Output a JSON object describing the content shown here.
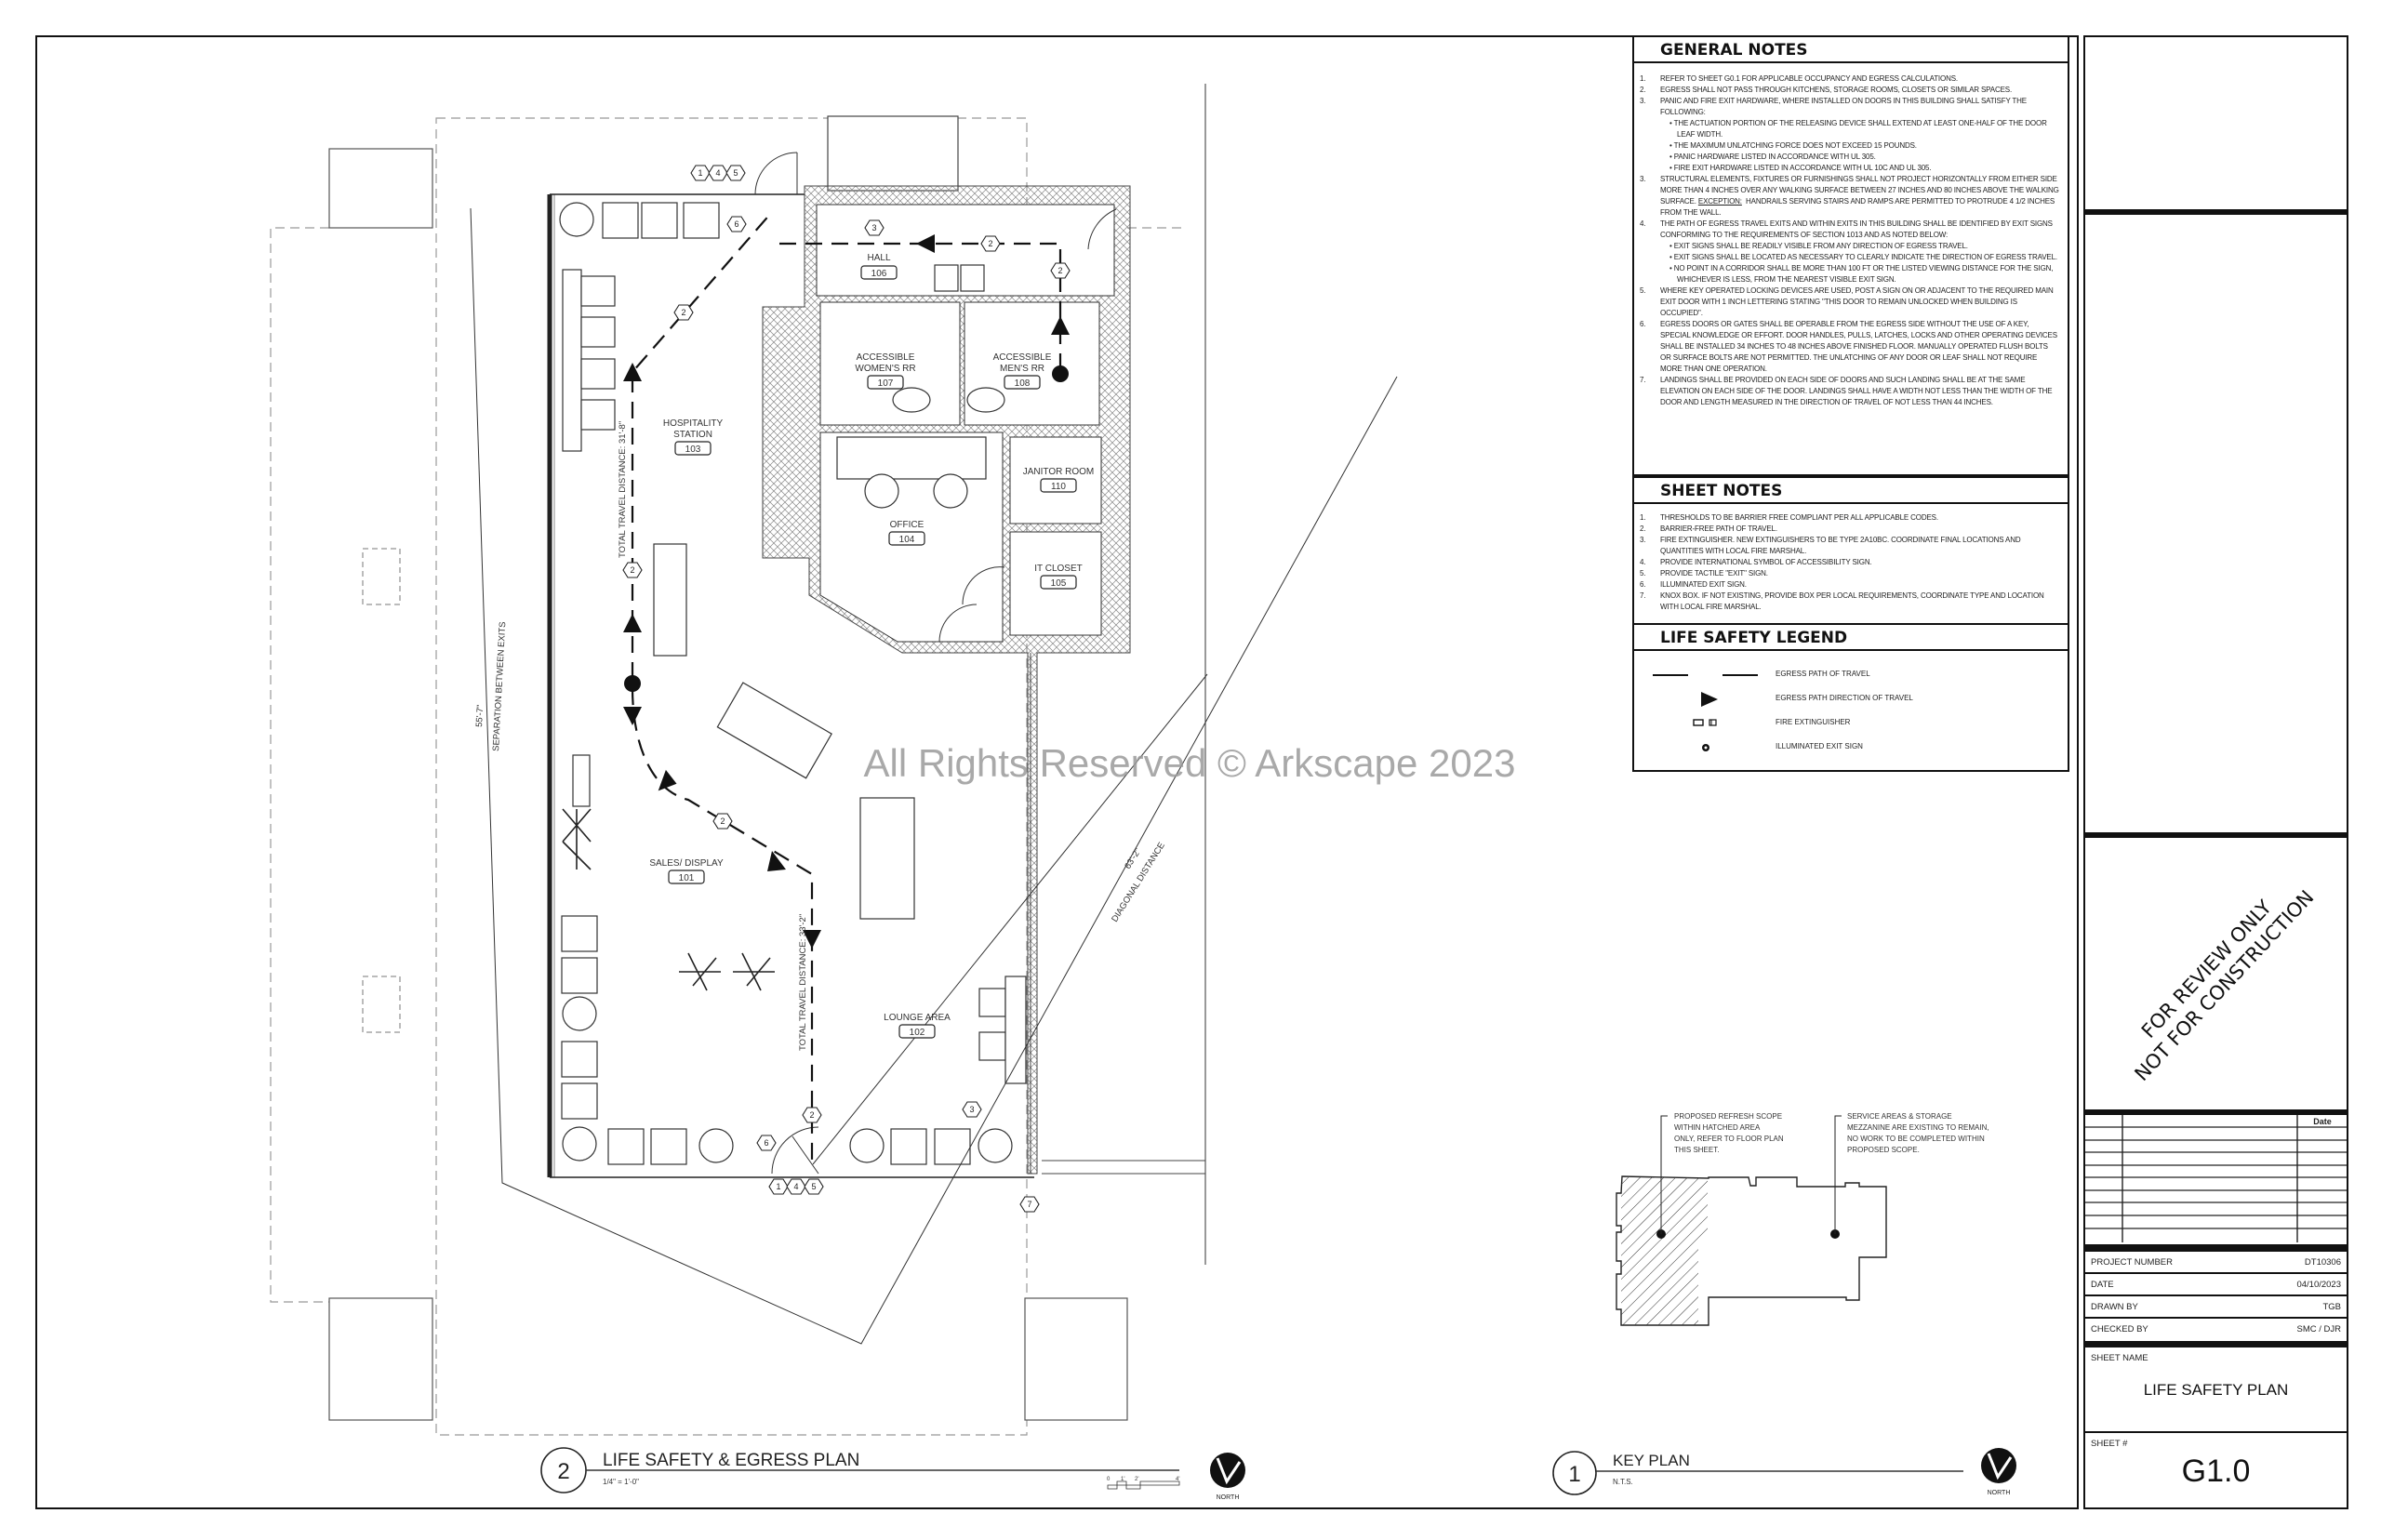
{
  "plan": {
    "title_number": "2",
    "title": "LIFE SAFETY & EGRESS PLAN",
    "scale": "1/4\" = 1'-0\"",
    "scale_bar_ticks": [
      "0",
      "1'",
      "2'",
      "4'"
    ],
    "north_label": "NORTH",
    "rooms": [
      {
        "name": "HALL",
        "number": "106"
      },
      {
        "name_line1": "ACCESSIBLE",
        "name_line2": "WOMEN'S RR",
        "number": "107"
      },
      {
        "name_line1": "ACCESSIBLE",
        "name_line2": "MEN'S RR",
        "number": "108"
      },
      {
        "name": "OFFICE",
        "number": "104"
      },
      {
        "name": "JANITOR ROOM",
        "number": "110"
      },
      {
        "name": "IT CLOSET",
        "number": "105"
      },
      {
        "name_line1": "HOSPITALITY",
        "name_line2": "STATION",
        "number": "103"
      },
      {
        "name": "SALES/ DISPLAY",
        "number": "101"
      },
      {
        "name": "LOUNGE AREA",
        "number": "102"
      }
    ],
    "dimensions": {
      "travel_1": "TOTAL TRAVEL DISTANCE: 31'-8\"",
      "travel_2": "TOTAL TRAVEL DISTANCE: 33'-2\"",
      "separation_value": "55'-7\"",
      "separation_label": "SEPARATION BETWEEN EXITS",
      "diagonal_value": "63'-2\"",
      "diagonal_label": "DIAGONAL DISTANCE"
    },
    "keynotes": [
      "1",
      "4",
      "5",
      "6",
      "3",
      "2",
      "2",
      "2",
      "2",
      "2",
      "2",
      "6",
      "1",
      "4",
      "5",
      "3",
      "7"
    ]
  },
  "watermark": "All Rights Reserved © Arkscape 2023",
  "general_notes": {
    "title": "GENERAL NOTES",
    "items": [
      {
        "n": "1.",
        "text": "REFER TO SHEET G0.1 FOR APPLICABLE OCCUPANCY AND EGRESS CALCULATIONS."
      },
      {
        "n": "2.",
        "text": "EGRESS SHALL NOT PASS THROUGH KITCHENS, STORAGE ROOMS, CLOSETS OR SIMILAR SPACES."
      },
      {
        "n": "3.",
        "text": "PANIC AND FIRE EXIT HARDWARE, WHERE INSTALLED ON DOORS IN THIS BUILDING SHALL SATISFY THE FOLLOWING:",
        "bullets": [
          "THE ACTUATION PORTION OF THE RELEASING DEVICE SHALL EXTEND AT LEAST ONE-HALF OF THE DOOR LEAF WIDTH.",
          "THE MAXIMUM UNLATCHING FORCE DOES NOT EXCEED 15 POUNDS.",
          "PANIC HARDWARE LISTED IN ACCORDANCE WITH UL 305.",
          "FIRE EXIT HARDWARE LISTED IN ACCORDANCE WITH UL 10C AND UL 305."
        ]
      },
      {
        "n": "3.",
        "text": "STRUCTURAL ELEMENTS, FIXTURES OR FURNISHINGS SHALL NOT PROJECT HORIZONTALLY FROM EITHER SIDE MORE THAN 4 INCHES OVER ANY WALKING SURFACE BETWEEN 27 INCHES AND 80 INCHES ABOVE THE WALKING SURFACE.",
        "exception": "EXCEPTION:",
        "text_after": "HANDRAILS SERVING STAIRS AND RAMPS ARE PERMITTED TO PROTRUDE 4 1/2 INCHES FROM THE WALL."
      },
      {
        "n": "4.",
        "text": "THE PATH OF EGRESS TRAVEL EXITS AND WITHIN EXITS IN THIS BUILDING SHALL BE IDENTIFIED BY EXIT SIGNS CONFORMING TO THE REQUIREMENTS OF SECTION 1013 AND AS NOTED BELOW:",
        "bullets": [
          "EXIT SIGNS SHALL BE READILY VISIBLE FROM ANY DIRECTION OF EGRESS TRAVEL.",
          "EXIT SIGNS SHALL BE LOCATED AS NECESSARY TO CLEARLY INDICATE THE DIRECTION OF EGRESS TRAVEL.",
          "NO POINT IN A CORRIDOR SHALL BE MORE THAN 100 FT OR THE LISTED VIEWING DISTANCE FOR THE SIGN, WHICHEVER IS LESS, FROM THE NEAREST VISIBLE EXIT SIGN."
        ]
      },
      {
        "n": "5.",
        "text": "WHERE KEY OPERATED LOCKING DEVICES ARE USED, POST A SIGN ON OR ADJACENT TO THE REQUIRED MAIN EXIT DOOR WITH 1 INCH LETTERING STATING \"THIS DOOR TO REMAIN UNLOCKED WHEN BUILDING IS OCCUPIED\"."
      },
      {
        "n": "6.",
        "text": "EGRESS DOORS OR GATES SHALL BE OPERABLE FROM THE EGRESS SIDE WITHOUT THE USE OF A KEY, SPECIAL KNOWLEDGE OR EFFORT. DOOR HANDLES, PULLS, LATCHES, LOCKS AND OTHER OPERATING DEVICES SHALL BE INSTALLED 34 INCHES TO 48 INCHES ABOVE FINISHED FLOOR. MANUALLY OPERATED FLUSH BOLTS OR SURFACE BOLTS ARE NOT PERMITTED. THE UNLATCHING OF ANY DOOR OR LEAF SHALL NOT REQUIRE MORE THAN ONE OPERATION."
      },
      {
        "n": "7.",
        "text": "LANDINGS SHALL BE PROVIDED ON EACH SIDE OF DOORS AND SUCH LANDING SHALL BE AT THE SAME ELEVATION ON EACH SIDE OF THE DOOR. LANDINGS SHALL HAVE A WIDTH NOT LESS THAN THE WIDTH OF THE DOOR AND LENGTH MEASURED IN THE DIRECTION OF TRAVEL OF NOT LESS THAN 44 INCHES."
      }
    ]
  },
  "sheet_notes": {
    "title": "SHEET NOTES",
    "items": [
      {
        "n": "1.",
        "text": "THRESHOLDS TO BE BARRIER FREE COMPLIANT PER ALL APPLICABLE CODES."
      },
      {
        "n": "2.",
        "text": "BARRIER-FREE PATH OF TRAVEL."
      },
      {
        "n": "3.",
        "text": "FIRE EXTINGUISHER.  NEW EXTINGUISHERS TO BE TYPE 2A10BC. COORDINATE FINAL LOCATIONS AND QUANTITIES WITH LOCAL FIRE MARSHAL."
      },
      {
        "n": "4.",
        "text": "PROVIDE INTERNATIONAL SYMBOL OF ACCESSIBILITY SIGN."
      },
      {
        "n": "5.",
        "text": "PROVIDE TACTILE \"EXIT\" SIGN."
      },
      {
        "n": "6.",
        "text": "ILLUMINATED EXIT SIGN."
      },
      {
        "n": "7.",
        "text": "KNOX BOX. IF NOT EXISTING, PROVIDE BOX PER LOCAL REQUIREMENTS, COORDINATE TYPE AND LOCATION WITH LOCAL FIRE MARSHAL."
      }
    ]
  },
  "legend": {
    "title": "LIFE SAFETY LEGEND",
    "items": [
      {
        "icon": "egress-path-line",
        "label": "EGRESS PATH OF TRAVEL"
      },
      {
        "icon": "direction-arrow",
        "label": "EGRESS PATH DIRECTION OF TRAVEL"
      },
      {
        "icon": "fire-extinguisher",
        "label": "FIRE EXTINGUISHER"
      },
      {
        "icon": "exit-sign",
        "label": "ILLUMINATED EXIT SIGN"
      }
    ]
  },
  "key_plan": {
    "number": "1",
    "title": "KEY PLAN",
    "scale": "N.T.S.",
    "north_label": "NORTH",
    "note_left": [
      "PROPOSED REFRESH SCOPE",
      "WITHIN HATCHED AREA",
      "ONLY, REFER TO FLOOR PLAN",
      "THIS SHEET."
    ],
    "note_right": [
      "SERVICE AREAS & STORAGE",
      "MEZZANINE ARE EXISTING TO REMAIN,",
      "NO WORK TO BE COMPLETED WITHIN",
      "PROPOSED SCOPE."
    ]
  },
  "title_block": {
    "stamp_line1": "FOR REVIEW ONLY",
    "stamp_line2": "NOT FOR CONSTRUCTION",
    "revision_date_header": "Date",
    "project_number_label": "PROJECT NUMBER",
    "project_number": "DT10306",
    "date_label": "DATE",
    "date": "04/10/2023",
    "drawn_by_label": "DRAWN BY",
    "drawn_by": "TGB",
    "checked_by_label": "CHECKED BY",
    "checked_by": "SMC / DJR",
    "sheet_name_label": "SHEET NAME",
    "sheet_name": "LIFE SAFETY PLAN",
    "sheet_number_label": "SHEET #",
    "sheet_number": "G1.0"
  }
}
